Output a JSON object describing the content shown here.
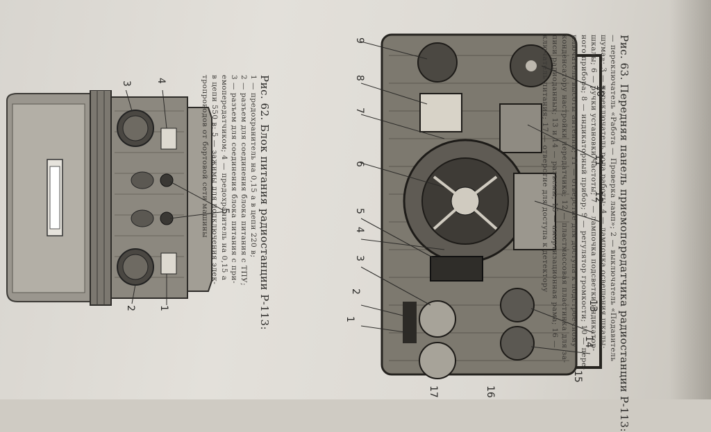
{
  "figure62": {
    "caption": "Рис. 62. Блок питания радиостанции Р-113:",
    "legend": [
      "1 — предохранитель на 0,15 а в цепи 220 в;",
      "2 — разъем для соединения блока питания с ТПУ;",
      "3 — разъем для соединения блока питания с при-",
      "емопередатчиком; 4 — предохранитель на 0,15 а",
      "в цепи 550 в; 5 — зажимы для подключения элек-",
      "тропроводов от бортовой сети машины"
    ],
    "callouts": [
      "3",
      "4",
      "5",
      "2",
      "1"
    ]
  },
  "figure63": {
    "caption": "Рис. 63. Передняя панель приемопередатчика радиостанции Р-113:",
    "legend": [
      "— переключатель «Работа — Проверка ламп»; 2 — выключатель «Подавитель",
      "шума»; 3 — переключатель рода работы; 4 — лампочка освещения шкалы;",
      "шкалы; 6 — ручки установки частоты; 7 — лампочка подсветки индикатор-",
      "ного прибора; 8 — индикаторный прибор; 9 — регулятор громкости; 10 — пере-",
      "ключатель высоты антенны; 11 — отверстие для доступа к подстроечному",
      "конденсатору настройки передатчика; 12 — пластмассовая пластинка для за-",
      "писи радиоданных; 13 и 14 — разъемы; 15 — амортизационная рама; 16 —",
      "ключатель питания; 17 — отверстие для доступа к детектору"
    ],
    "callouts": [
      "9",
      "8",
      "7",
      "6",
      "5",
      "4",
      "3",
      "2",
      "1",
      "10",
      "11",
      "12",
      "13",
      "14",
      "15",
      "16",
      "17"
    ]
  }
}
